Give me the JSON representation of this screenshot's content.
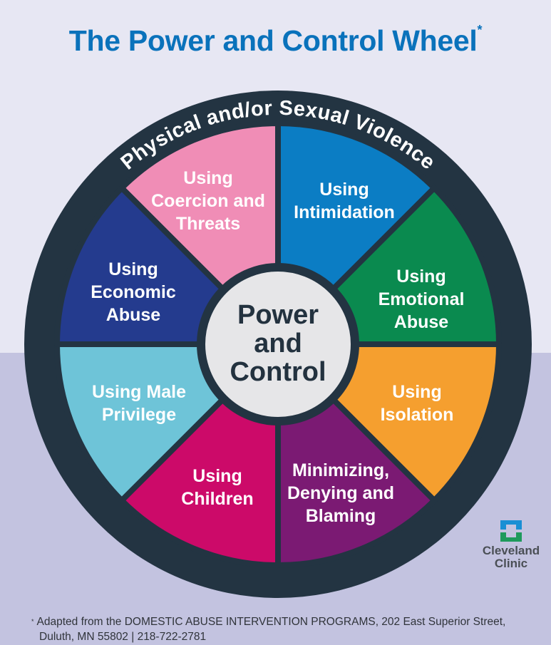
{
  "title": "The Power and Control Wheel",
  "title_mark": "*",
  "outer_ring_text": "Physical and/or Sexual Violence",
  "center": {
    "lines": [
      "Power",
      "and",
      "Control"
    ]
  },
  "sections": [
    {
      "id": "coercion",
      "lines": [
        "Using",
        "Coercion and",
        "Threats"
      ],
      "color": "#f08db6"
    },
    {
      "id": "intimidation",
      "lines": [
        "Using",
        "Intimidation"
      ],
      "color": "#0b7dc4"
    },
    {
      "id": "emotional-abuse",
      "lines": [
        "Using",
        "Emotional",
        "Abuse"
      ],
      "color": "#0a8a4f"
    },
    {
      "id": "isolation",
      "lines": [
        "Using",
        "Isolation"
      ],
      "color": "#f59f2f"
    },
    {
      "id": "minimizing",
      "lines": [
        "Minimizing,",
        "Denying and",
        "Blaming"
      ],
      "color": "#7b1a73"
    },
    {
      "id": "children",
      "lines": [
        "Using",
        "Children"
      ],
      "color": "#cc0a69"
    },
    {
      "id": "male-privilege",
      "lines": [
        "Using Male",
        "Privilege"
      ],
      "color": "#6ec4d8"
    },
    {
      "id": "economic-abuse",
      "lines": [
        "Using",
        "Economic",
        "Abuse"
      ],
      "color": "#243b8e"
    }
  ],
  "colors": {
    "ring": "#233442",
    "center_fill": "#e6e6e8",
    "title": "#0a72bb"
  },
  "logo": {
    "line1": "Cleveland",
    "line2": "Clinic"
  },
  "footnote": {
    "mark": "*",
    "line1": "Adapted from the DOMESTIC ABUSE INTERVENTION PROGRAMS, 202 East Superior Street,",
    "line2": "Duluth, MN 55802 | 218-722-2781"
  }
}
